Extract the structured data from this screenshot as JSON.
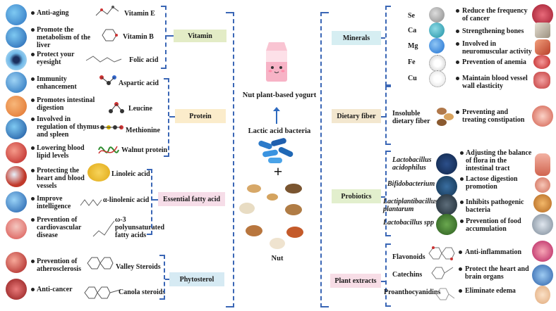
{
  "center": {
    "yogurt_label": "Nut plant-based yogurt",
    "bacteria_label": "Lactic acid  bacteria",
    "nut_label": "Nut",
    "plus": "+"
  },
  "left": {
    "vitamin": {
      "label": "Vitamin",
      "items": [
        {
          "benefit": "Anti-aging",
          "compound": "Vitamin E"
        },
        {
          "benefit": "Promote the metabolism of the liver",
          "compound": "Vitamin B"
        },
        {
          "benefit": "Protect your eyesight",
          "compound": "Folic acid"
        }
      ]
    },
    "protein": {
      "label": "Protein",
      "items": [
        {
          "benefit": "Immunity enhancement",
          "compound": "Aspartic acid"
        },
        {
          "benefit": "Promotes intestinal digestion",
          "compound": "Leucine"
        },
        {
          "benefit": "Involved in regulation of thymus and spleen",
          "compound": "Methionine"
        },
        {
          "benefit": "Lowering blood lipid levels",
          "compound": "Walnut protein"
        }
      ]
    },
    "fatty": {
      "label": "Essential fatty acid",
      "items": [
        {
          "benefit": "Protecting the heart and blood vessels",
          "compound": "Linoleic acid"
        },
        {
          "benefit": "Improve intelligence",
          "compound": "α-linolenic acid"
        },
        {
          "benefit": "Prevention of cardiovascular disease",
          "compound": "ω-3 polyunsaturated fatty acids"
        }
      ]
    },
    "phytosterol": {
      "label": "Phytosterol",
      "items": [
        {
          "benefit": "Prevention of atherosclerosis",
          "compound": "Valley Steroids"
        },
        {
          "benefit": "Anti-cancer",
          "compound": "Canola steroids"
        }
      ]
    }
  },
  "right": {
    "minerals": {
      "label": "Minerals",
      "items": [
        {
          "element": "Se",
          "effect": "Reduce the frequency of cancer"
        },
        {
          "element": "Ca",
          "effect": "Strengthening bones"
        },
        {
          "element": "Mg",
          "effect": "Involved in neuromuscular activity"
        },
        {
          "element": "Fe",
          "effect": "Prevention of anemia"
        },
        {
          "element": "Cu",
          "effect": "Maintain blood vessel wall elasticity"
        }
      ]
    },
    "fiber": {
      "label": "Dietary fiber",
      "type": "Insoluble dietary fiber",
      "effect": "Preventing and treating constipation"
    },
    "probiotics": {
      "label": "Probiotics",
      "items": [
        {
          "name": "Lactobacillus acidophilus",
          "effect": "Adjusting the balance of flora in the intestinal tract"
        },
        {
          "name": "Bifidobacterium",
          "effect": "Lactose digestion promotion"
        },
        {
          "name": "Lactiplantibacillus plantarum",
          "effect": "Inhibits pathogenic bacteria"
        },
        {
          "name": "Lactobacillus spp",
          "effect": "Prevention of food accumulation"
        }
      ]
    },
    "plant": {
      "label": "Plant extracts",
      "items": [
        {
          "name": "Flavonoids",
          "effect": "Anti-inflammation"
        },
        {
          "name": "Catechins",
          "effect": "Protect the heart and brain organs"
        },
        {
          "name": "Proanthocyanidins",
          "effect": "Eliminate edema"
        }
      ]
    }
  },
  "colors": {
    "bracket": "#3a66b5",
    "vitamin_box": "#e3ecc6",
    "protein_box": "#fbeccb",
    "fatty_box": "#f6dde8",
    "phytosterol_box": "#d6eaf3",
    "minerals_box": "#d6eef2",
    "fiber_box": "#f3e7cf",
    "probiotics_box": "#e2efcd",
    "plant_box": "#f7dde6"
  }
}
